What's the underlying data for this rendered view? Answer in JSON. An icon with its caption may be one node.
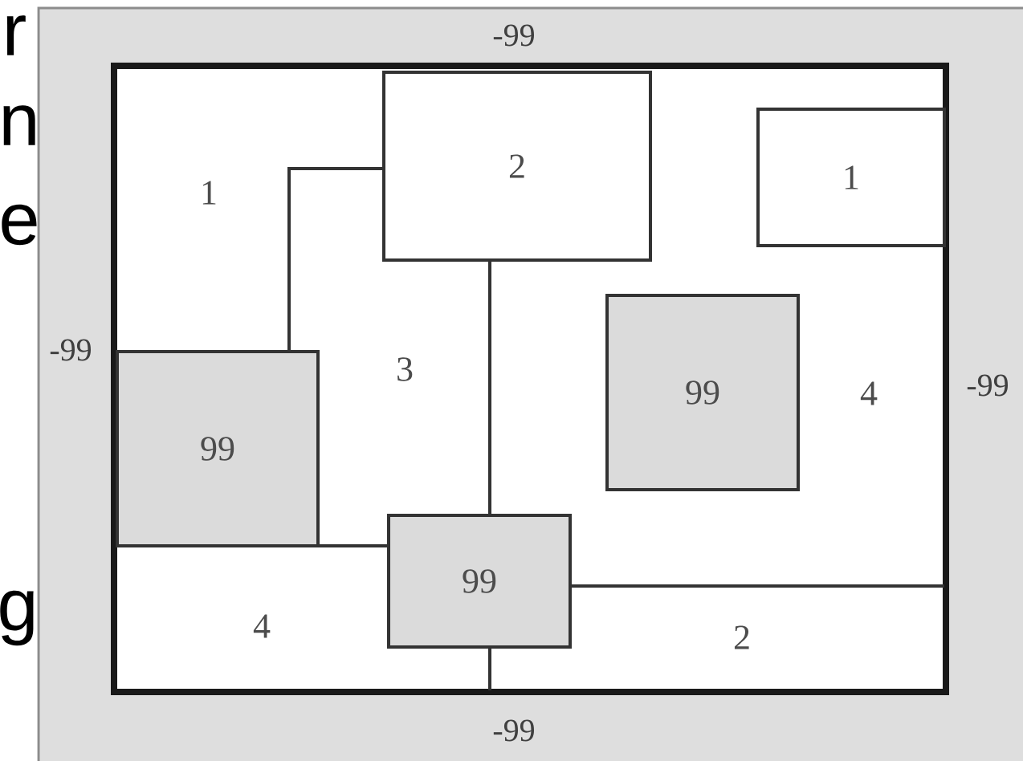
{
  "diagram": {
    "nodes": [
      {
        "text": [
          "2"
        ]
      },
      {
        "text": [
          "1"
        ]
      },
      {
        "text": [
          "99"
        ]
      },
      {
        "text": [
          "99"
        ]
      },
      {
        "text": [
          "99"
        ]
      }
    ],
    "labels": [
      "r",
      "-99",
      "n",
      "1",
      "e",
      "-99",
      "3",
      "4",
      "-99",
      "4",
      "2",
      "g",
      "-99"
    ]
  }
}
